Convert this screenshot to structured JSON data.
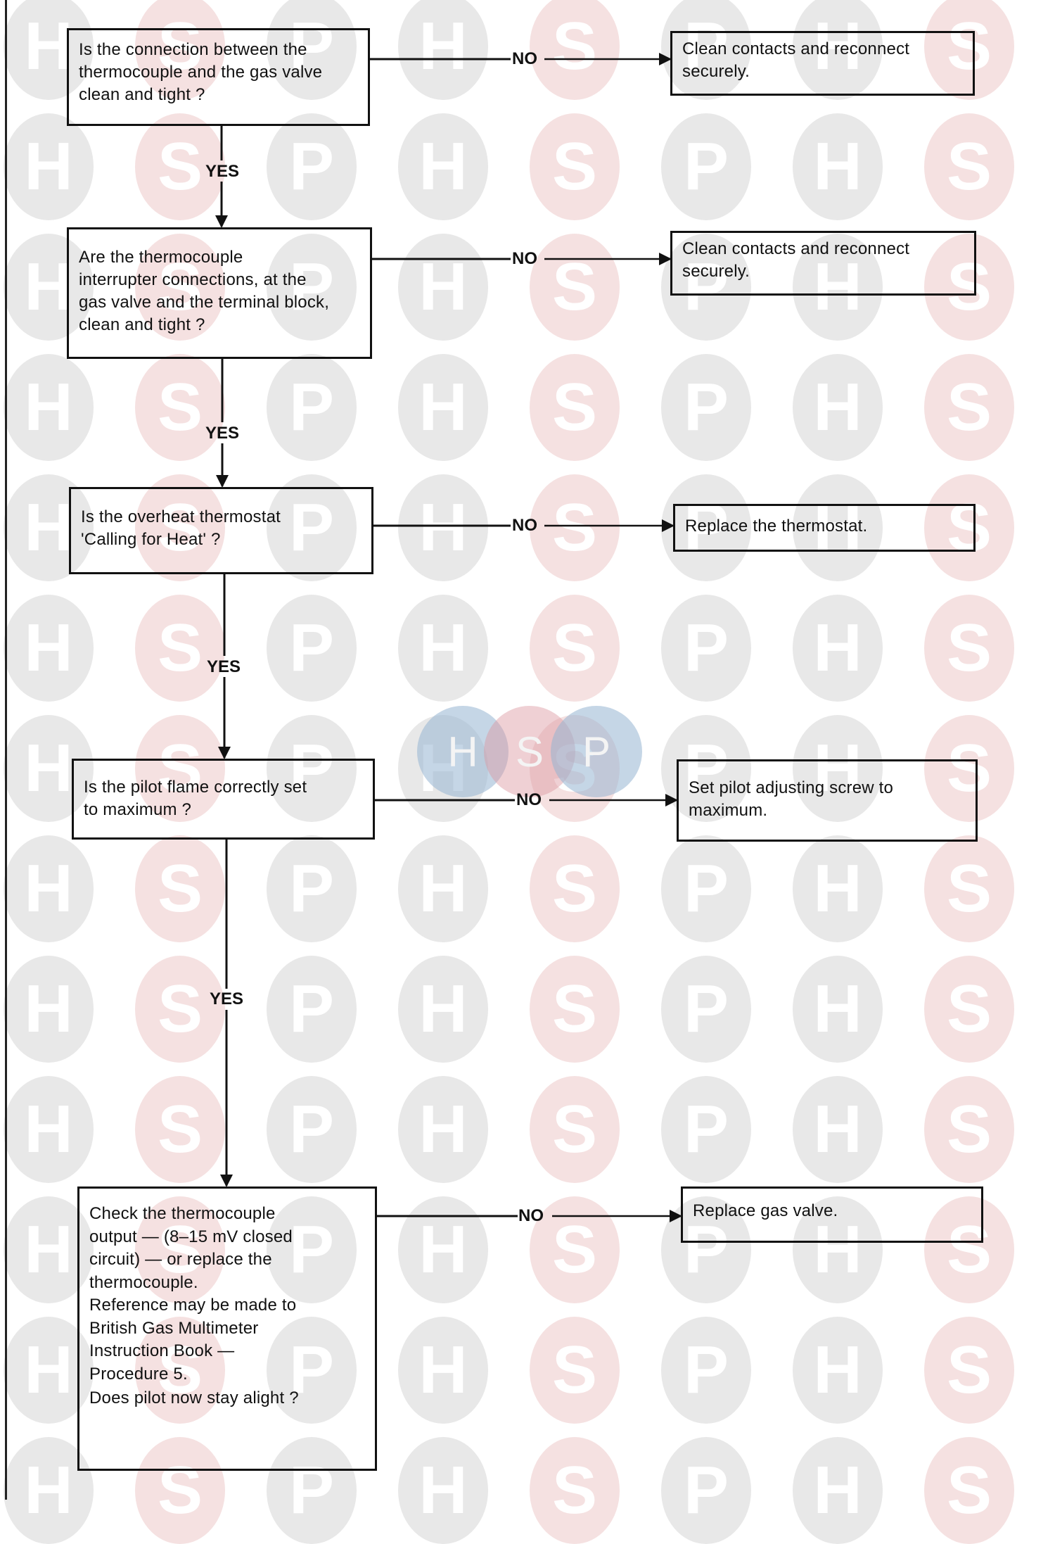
{
  "watermark": {
    "letters": [
      "H",
      "S",
      "P"
    ],
    "grey": "#e8e8e8",
    "pink": "#f5e1e1",
    "center_logo": [
      "H",
      "S",
      "P"
    ]
  },
  "flow": {
    "steps": [
      {
        "question": [
          "Is the connection between the",
          "thermocouple and the gas valve",
          "clean and tight ?"
        ],
        "yes_label": "YES",
        "no_label": "NO",
        "no_action": [
          "Clean contacts and reconnect",
          "securely."
        ]
      },
      {
        "question": [
          "Are the thermocouple",
          "interrupter connections, at the",
          "gas valve and the terminal block,",
          "clean and tight ?"
        ],
        "yes_label": "YES",
        "no_label": "NO",
        "no_action": [
          "Clean contacts and reconnect",
          "securely."
        ]
      },
      {
        "question": [
          "Is the overheat thermostat",
          "'Calling for Heat' ?"
        ],
        "yes_label": "YES",
        "no_label": "NO",
        "no_action": [
          "Replace the thermostat."
        ]
      },
      {
        "question": [
          "Is the pilot flame correctly set",
          "to maximum ?"
        ],
        "yes_label": "YES",
        "no_label": "NO",
        "no_action": [
          "Set pilot adjusting screw to",
          "maximum."
        ]
      },
      {
        "question": [
          "Check the thermocouple",
          "output — (8–15 mV closed",
          "circuit) — or replace the",
          "thermocouple.",
          "Reference may be made to",
          "British Gas Multimeter",
          "Instruction Book —",
          "Procedure 5.",
          "Does pilot now stay alight ?"
        ],
        "no_label": "NO",
        "no_action": [
          "Replace gas valve."
        ]
      }
    ]
  }
}
